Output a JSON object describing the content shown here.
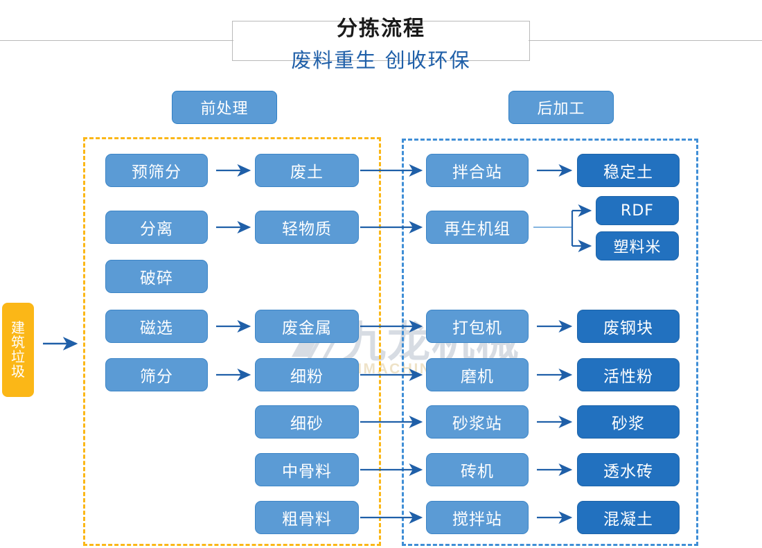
{
  "header": {
    "title": "分拣流程",
    "subtitle": "废料重生 创收环保"
  },
  "watermark": {
    "cn": "九龙机械",
    "en": "KOWLOONMACHINERY"
  },
  "sections": [
    {
      "label": "前处理"
    },
    {
      "label": "后加工"
    }
  ],
  "source": {
    "label": "建筑垃圾"
  },
  "colors": {
    "accent_blue": "#1f5fa8",
    "node_light": "#5b9bd5",
    "node_dark": "#2271bf",
    "group_pre_border": "#fbb717",
    "group_post_border": "#3f8ed6",
    "source_bg": "#fbb717",
    "arrow": "#1f5fa8",
    "title_frame": "#b9b9b9"
  },
  "flow": {
    "pre_process": [
      {
        "label": "预筛分"
      },
      {
        "label": "分离"
      },
      {
        "label": "破碎"
      },
      {
        "label": "磁选"
      },
      {
        "label": "筛分"
      }
    ],
    "materials": [
      {
        "label": "废土"
      },
      {
        "label": "轻物质"
      },
      {
        "label": "废金属"
      },
      {
        "label": "细粉"
      },
      {
        "label": "细砂"
      },
      {
        "label": "中骨料"
      },
      {
        "label": "粗骨料"
      }
    ],
    "post_process": [
      {
        "label": "拌合站"
      },
      {
        "label": "再生机组"
      },
      {
        "label": "打包机"
      },
      {
        "label": "磨机"
      },
      {
        "label": "砂浆站"
      },
      {
        "label": "砖机"
      },
      {
        "label": "搅拌站"
      }
    ],
    "products": [
      {
        "label": "稳定土"
      },
      {
        "label": "RDF"
      },
      {
        "label": "塑料米"
      },
      {
        "label": "废钢块"
      },
      {
        "label": "活性粉"
      },
      {
        "label": "砂浆"
      },
      {
        "label": "透水砖"
      },
      {
        "label": "混凝土"
      }
    ]
  }
}
